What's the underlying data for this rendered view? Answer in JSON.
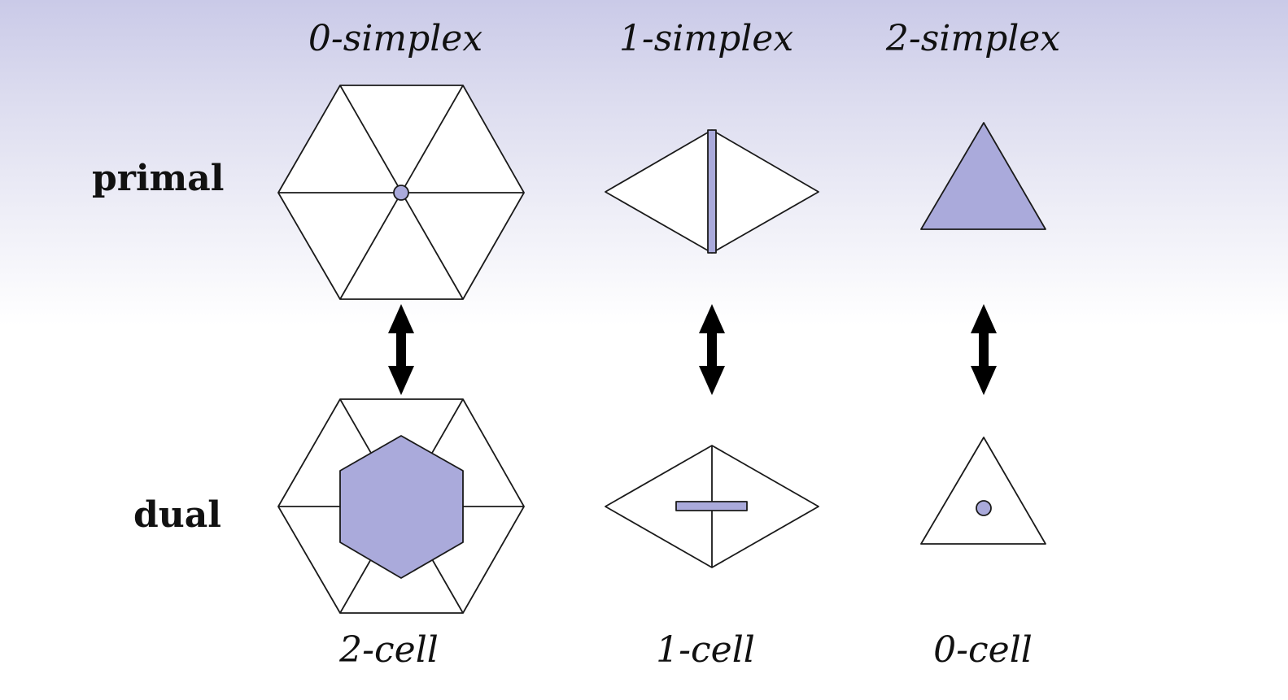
{
  "columns": [
    {
      "title": "0-simplex",
      "cell": "2-cell"
    },
    {
      "title": "1-simplex",
      "cell": "1-cell"
    },
    {
      "title": "2-simplex",
      "cell": "0-cell"
    }
  ],
  "rows": {
    "primal": "primal",
    "dual": "dual"
  },
  "colors": {
    "fill": "#aaaadb",
    "stroke": "#1a1a1a",
    "background_top": "#cacae8",
    "background_bottom": "#ffffff"
  }
}
